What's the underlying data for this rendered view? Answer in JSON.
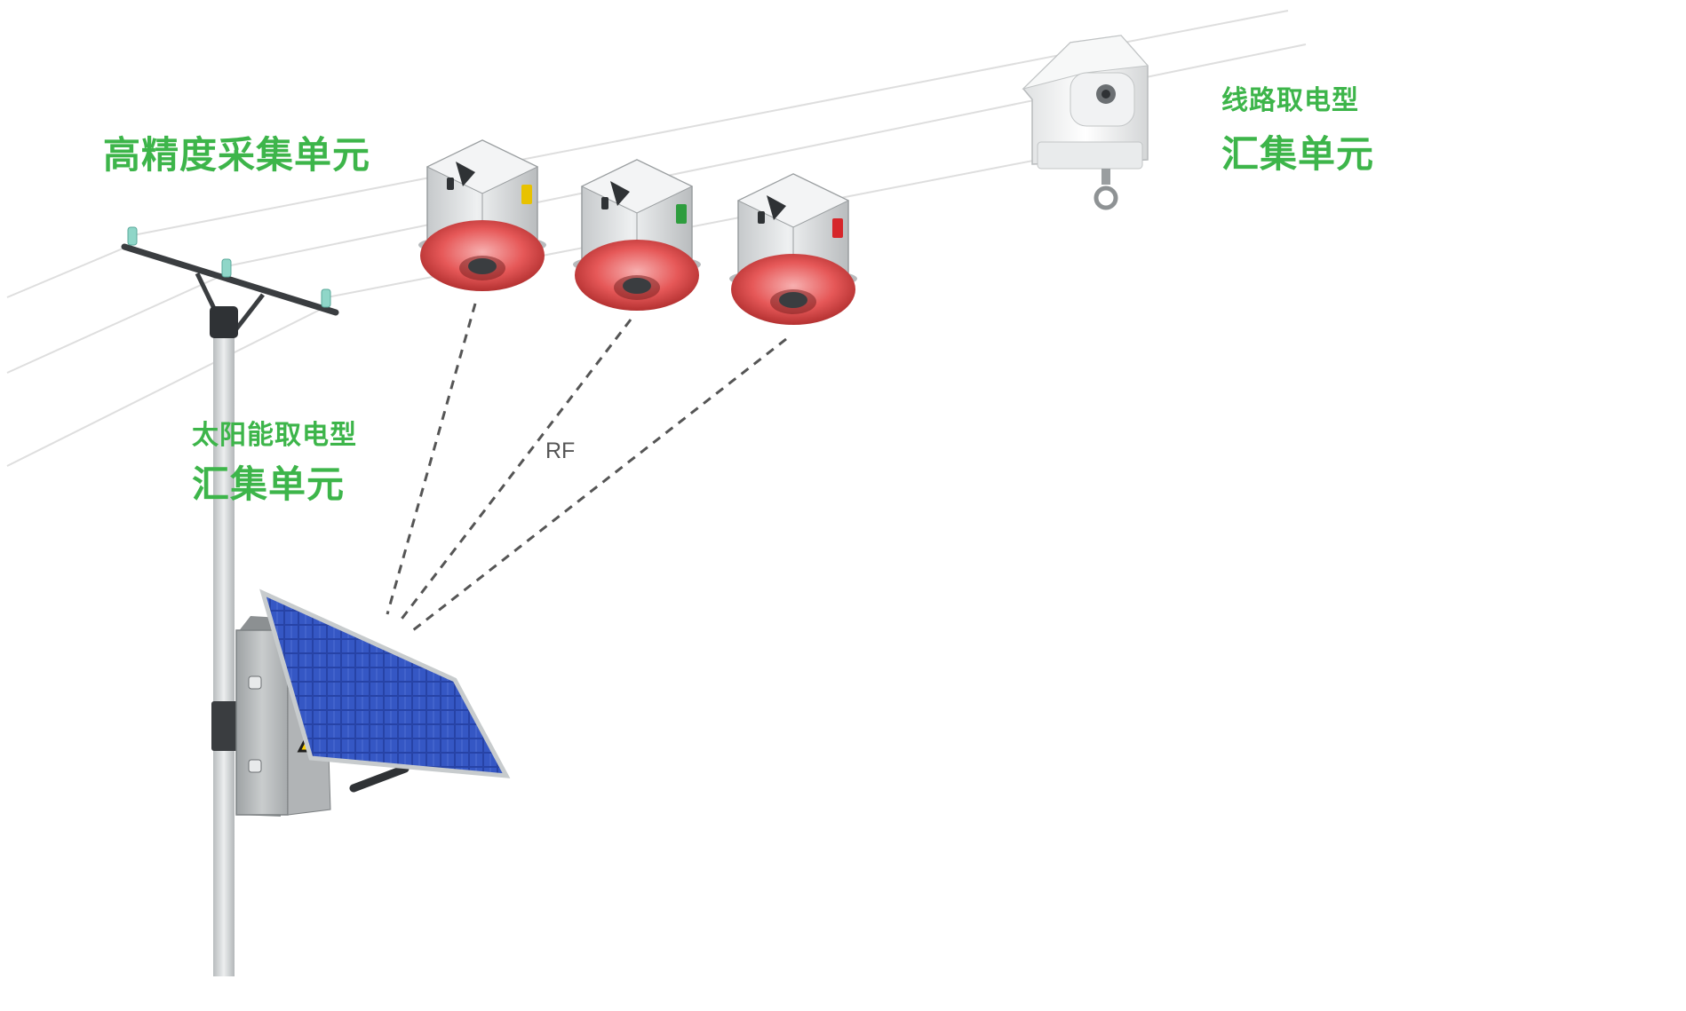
{
  "colors": {
    "label_green": "#3db54a",
    "rf_text": "#555555",
    "wire": "#dddddd",
    "pole": "#cfd2d4",
    "device_body": "#d8dadb",
    "device_lens_red": "#e04848",
    "solar_cell": "#2b4bb0",
    "warning_yellow": "#ffd200"
  },
  "labels": {
    "collector_unit": "高精度采集单元",
    "line_powered_type": "线路取电型",
    "line_powered_unit": "汇集单元",
    "solar_powered_type": "太阳能取电型",
    "solar_powered_unit": "汇集单元",
    "rf": "RF"
  },
  "icons": {
    "collector_device": "fault-indicator-icon",
    "line_aggregator": "line-powered-aggregator-icon",
    "solar_aggregator": "solar-panel-icon",
    "warning": "high-voltage-warning-icon",
    "pole": "utility-pole-icon"
  },
  "collector_devices": [
    {
      "badge_color": "#e8c200",
      "name": "collector-device-yellow"
    },
    {
      "badge_color": "#2e9d3e",
      "name": "collector-device-green"
    },
    {
      "badge_color": "#d6262a",
      "name": "collector-device-red"
    }
  ]
}
